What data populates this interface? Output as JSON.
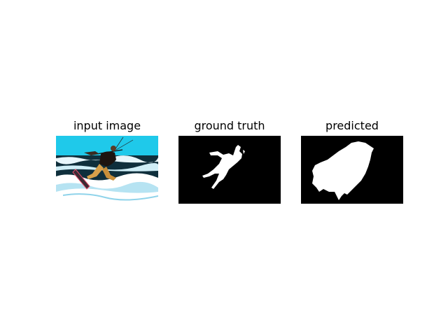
{
  "figure": {
    "panels": [
      {
        "title": "input image"
      },
      {
        "title": "ground truth"
      },
      {
        "title": "predicted"
      }
    ],
    "colors": {
      "mask_background": "#000000",
      "mask_foreground": "#ffffff",
      "sky": "#1fc9ea",
      "sea": "#0f2f3c",
      "foam": "#ffffff"
    }
  }
}
